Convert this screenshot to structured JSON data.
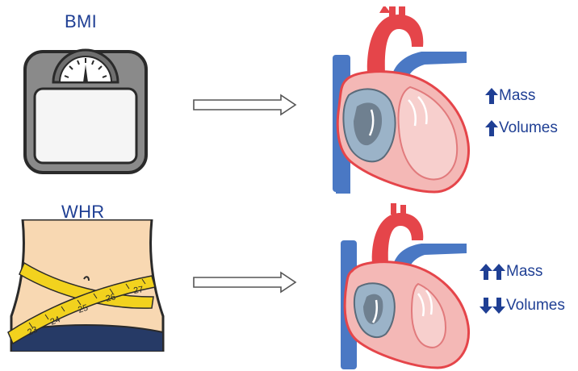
{
  "colors": {
    "label_blue": "#1f3f94",
    "effect_blue": "#1f3f94",
    "heart_red": "#e5454a",
    "heart_pink": "#f4b8b6",
    "vessel_blue": "#4a78c4",
    "scale_gray": "#7f7f7f",
    "skin": "#f8d8b2",
    "tape_yellow": "#f2d21e"
  },
  "top_row": {
    "metric_label": "BMI",
    "metric_icon": "bathroom-scale-icon",
    "heart_icon": "heart-cross-section-icon",
    "effects": [
      {
        "arrow_direction": "up",
        "arrow_count": 1,
        "text": "Mass"
      },
      {
        "arrow_direction": "up",
        "arrow_count": 1,
        "text": "Volumes"
      }
    ]
  },
  "bottom_row": {
    "metric_label": "WHR",
    "metric_icon": "waist-measuring-tape-icon",
    "heart_icon": "heart-cross-section-icon",
    "tape_numbers": [
      "23",
      "24",
      "25",
      "26",
      "27"
    ],
    "effects": [
      {
        "arrow_direction": "up",
        "arrow_count": 2,
        "text": "Mass"
      },
      {
        "arrow_direction": "down",
        "arrow_count": 2,
        "text": "Volumes"
      }
    ]
  }
}
